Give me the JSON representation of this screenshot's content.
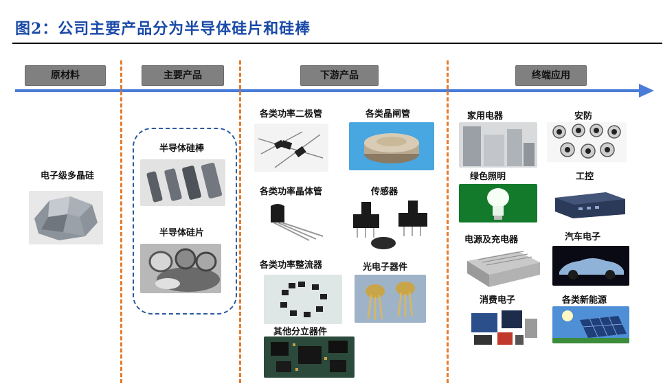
{
  "title": "图2：公司主要产品分为半导体硅片和硅棒",
  "stages": [
    "原材料",
    "主要产品",
    "下游产品",
    "终端应用"
  ],
  "raw_material": {
    "label": "电子级多晶硅"
  },
  "main_products": [
    {
      "label": "半导体硅棒",
      "icon": "silicon-rod"
    },
    {
      "label": "半导体硅片",
      "icon": "silicon-wafer"
    }
  ],
  "downstream": [
    {
      "label": "各类功率二极管",
      "icon": "diode"
    },
    {
      "label": "各类晶闸管",
      "icon": "thyristor"
    },
    {
      "label": "各类功率晶体管",
      "icon": "transistor"
    },
    {
      "label": "传感器",
      "icon": "sensor"
    },
    {
      "label": "各类功率整流器",
      "icon": "rectifier"
    },
    {
      "label": "光电子器件",
      "icon": "optoelectronic"
    },
    {
      "label": "其他分立器件",
      "icon": "discrete-board"
    }
  ],
  "applications": [
    {
      "label": "家用电器",
      "icon": "appliance"
    },
    {
      "label": "安防",
      "icon": "security-camera"
    },
    {
      "label": "绿色照明",
      "icon": "cfl-bulb"
    },
    {
      "label": "工控",
      "icon": "industrial-box"
    },
    {
      "label": "电源及充电器",
      "icon": "power-supply"
    },
    {
      "label": "汽车电子",
      "icon": "car"
    },
    {
      "label": "消费电子",
      "icon": "consumer-electronics"
    },
    {
      "label": "各类新能源",
      "icon": "solar-panel"
    }
  ],
  "colors": {
    "title": "#1a4aa8",
    "arrow": "#4a7cd8",
    "divider": "#e87a2a",
    "stage_box": "#808080",
    "frame": "#2c5aa0"
  }
}
